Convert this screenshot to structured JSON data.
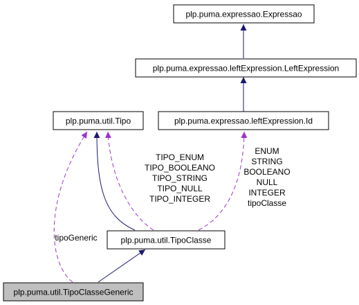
{
  "colors": {
    "inheritance": "#191970",
    "usage": "#9a32cd",
    "node_fill": "#ffffff",
    "highlight_fill": "#bfbfbf"
  },
  "nodes": {
    "expressao": "plp.puma.expressao.Expressao",
    "left_expression": "plp.puma.expressao.leftExpression.LeftExpression",
    "tipo": "plp.puma.util.Tipo",
    "id": "plp.puma.expressao.leftExpression.Id",
    "tipo_classe": "plp.puma.util.TipoClasse",
    "tipo_classe_generic": "plp.puma.util.TipoClasseGeneric"
  },
  "edge_labels": {
    "tipo_to_tipoclasse": [
      "TIPO_ENUM",
      "TIPO_BOOLEANO",
      "TIPO_STRING",
      "TIPO_NULL",
      "TIPO_INTEGER"
    ],
    "id_to_tipoclasse": [
      "ENUM",
      "STRING",
      "BOOLEANO",
      "NULL",
      "INTEGER",
      "tipoClasse"
    ],
    "tipo_to_generic": [
      "tipoGeneric"
    ]
  }
}
